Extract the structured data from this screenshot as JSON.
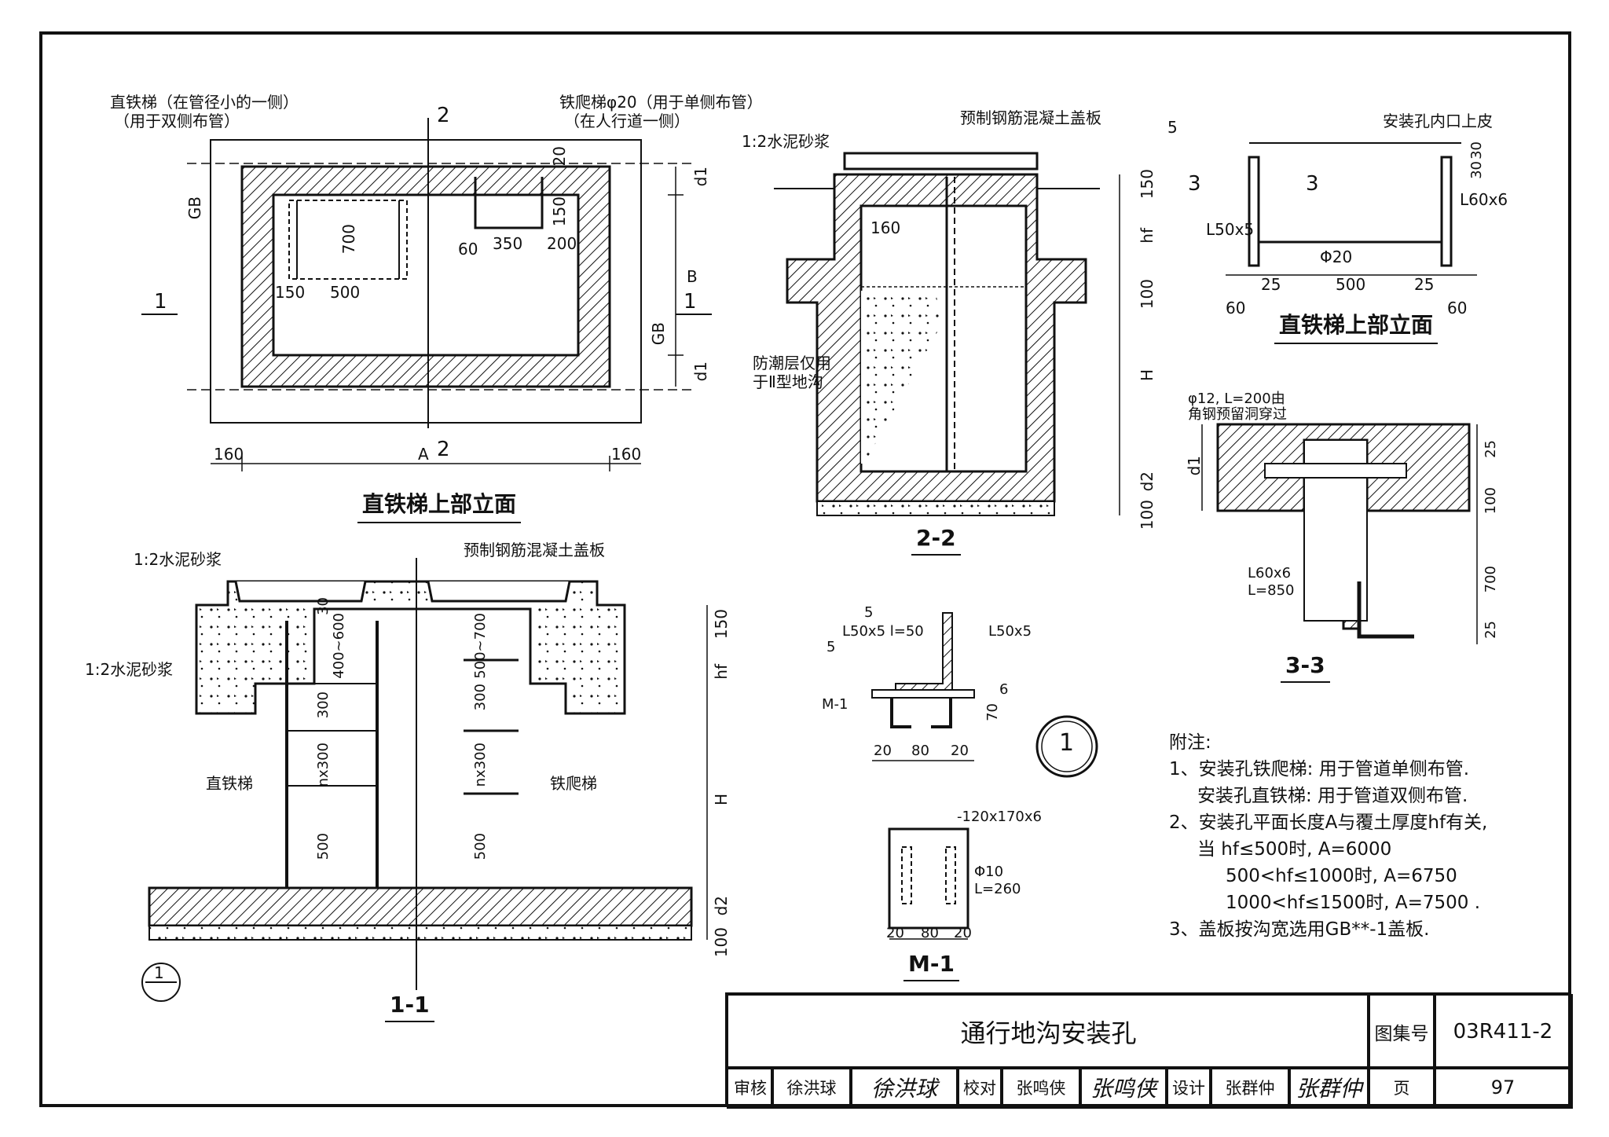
{
  "views": {
    "plan": {
      "title": "直铁梯上部立面",
      "ladder_note_1": "直铁梯（在管径小的一侧）",
      "ladder_note_2": "（用于双侧布管）",
      "rung_note_1": "铁爬梯φ20（用于单侧布管）",
      "rung_note_2": "（在人行道一侧）",
      "section_1": "1",
      "section_2": "2",
      "cover_code": "GB",
      "dims": [
        "700",
        "500",
        "150",
        "350",
        "200",
        "60",
        "150",
        "20",
        "160",
        "160",
        "A",
        "B",
        "d1"
      ]
    },
    "section_2_2": {
      "title": "2-2",
      "mortar": "1:2水泥砂浆",
      "cover": "预制钢筋混凝土盖板",
      "damp_1": "防潮层仅用",
      "damp_2": "于Ⅱ型地沟",
      "dims": [
        "160",
        "150",
        "hf",
        "100",
        "H",
        "d2",
        "100"
      ]
    },
    "section_1_1": {
      "title": "1-1",
      "mortar_top": "1:2水泥砂浆",
      "mortar_side": "1:2水泥砂浆",
      "cover": "预制钢筋混凝土盖板",
      "straight_ladder": "直铁梯",
      "climb_ladder": "铁爬梯",
      "detail_ref": "1",
      "dims": [
        "30",
        "400~600",
        "300",
        "nx300",
        "500",
        "500~700",
        "300",
        "nx300",
        "500",
        "150",
        "hf",
        "H",
        "d2",
        "100"
      ]
    },
    "elev_top": {
      "title": "直铁梯上部立面",
      "label": "安装孔内口上皮",
      "section": "3",
      "weld": "5",
      "angle_1": "L50x5",
      "angle_2": "L60x6",
      "bar": "Φ20",
      "dims": [
        "30",
        "30",
        "25",
        "500",
        "25",
        "60",
        "60"
      ]
    },
    "section_3_3": {
      "title": "3-3",
      "note_1": "φ12, L=200由",
      "note_2": "角钢预留洞穿过",
      "angle": "L60x6",
      "length": "L=850",
      "dims": [
        "d1",
        "25",
        "100",
        "700",
        "25"
      ]
    },
    "detail_1": {
      "ref": "1",
      "weld_1": "5",
      "weld_2": "5",
      "angle_a": "L50x5 l=50",
      "angle_b": "L50x5",
      "plate": "M-1",
      "dims": [
        "20",
        "80",
        "20",
        "70",
        "6"
      ]
    },
    "plate_m1": {
      "title": "M-1",
      "plate": "-120x170x6",
      "bar": "Φ10",
      "length": "L=260",
      "dims": [
        "20",
        "80",
        "20"
      ]
    }
  },
  "notes": {
    "heading": "附注:",
    "lines": [
      "1、安装孔铁爬梯: 用于管道单侧布管.",
      "   安装孔直铁梯: 用于管道双侧布管.",
      "2、安装孔平面长度A与覆土厚度hf有关,",
      "   当  hf≤500时, A=6000",
      "      500<hf≤1000时, A=6750",
      "      1000<hf≤1500时, A=7500 .",
      "3、盖板按沟宽选用GB**-1盖板."
    ]
  },
  "title_block": {
    "drawing_title": "通行地沟安装孔",
    "atlas_label": "图集号",
    "atlas_no": "03R411-2",
    "review_label": "审核",
    "reviewer": "徐洪球",
    "check_label": "校对",
    "checker": "张鸣侠",
    "design_label": "设计",
    "designer": "张群仲",
    "page_label": "页",
    "page_no": "97",
    "sig_review": "徐洪球",
    "sig_check": "张鸣侠",
    "sig_design": "张群仲"
  }
}
